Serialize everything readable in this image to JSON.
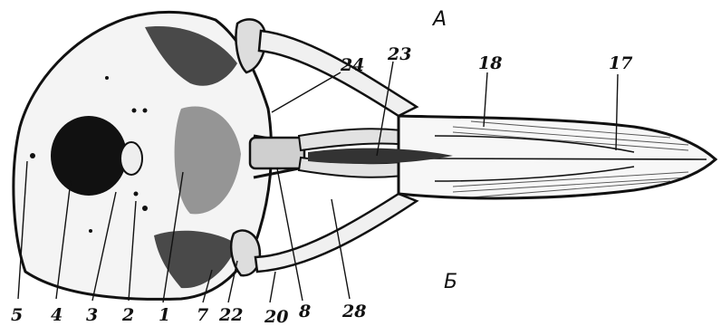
{
  "views": {
    "top": "А",
    "bottom": "Б"
  },
  "labels": {
    "n5": "5",
    "n4": "4",
    "n3": "3",
    "n2": "2",
    "n1": "1",
    "n7": "7",
    "n22": "22",
    "n20": "20",
    "n8": "8",
    "n28": "28",
    "n24": "24",
    "n23": "23",
    "n18": "18",
    "n17": "17"
  }
}
